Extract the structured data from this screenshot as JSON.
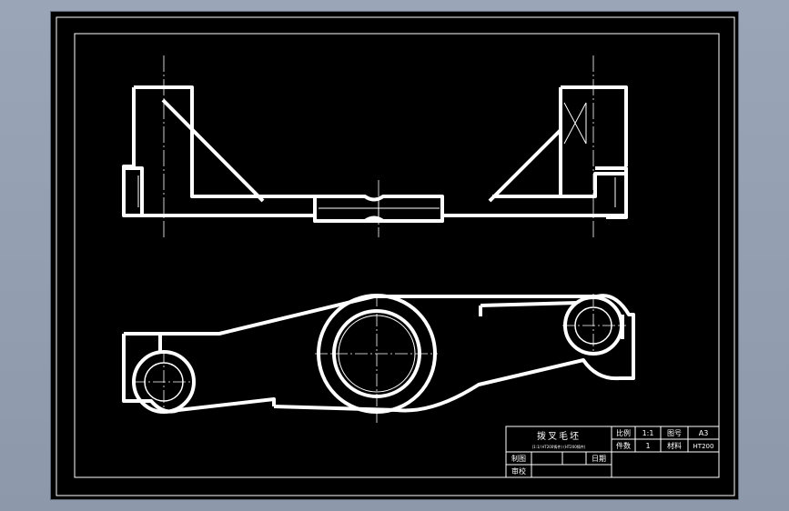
{
  "title_block": {
    "part_name": "拨叉毛坯",
    "note": "(1:1/ HT200铸件)   (HT200铸件)",
    "scale_label": "比例",
    "scale_value": "1:1",
    "drawing_no_label": "图号",
    "drawing_no_value": "A3",
    "quantity_label": "件数",
    "quantity_value": "1",
    "material_label": "材料",
    "material_value": "HT200",
    "drafter_label": "制图",
    "date_label": "日期",
    "checker_label": "审校"
  },
  "colors": {
    "background": "#000000",
    "line": "#ffffff",
    "window": "#9aa6b8"
  }
}
